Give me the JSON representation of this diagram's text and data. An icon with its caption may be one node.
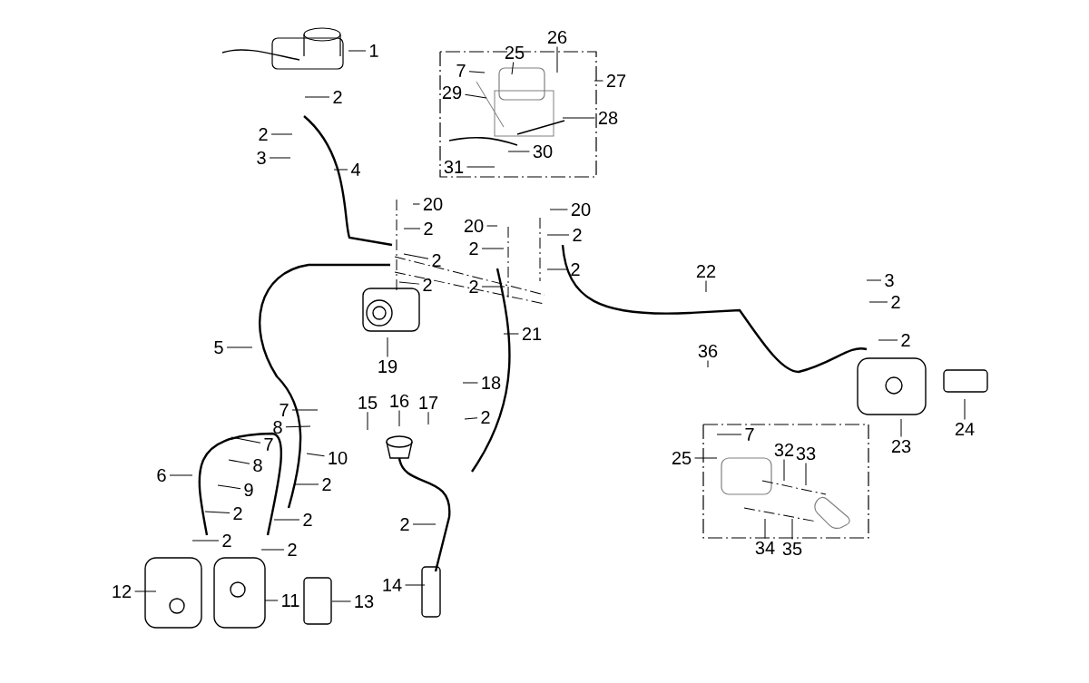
{
  "diagram": {
    "nodes": [
      {
        "text": [
          "1"
        ]
      },
      {
        "text": [
          "2"
        ]
      },
      {
        "text": [
          "2"
        ]
      },
      {
        "text": [
          "3"
        ]
      },
      {
        "text": [
          "4"
        ]
      },
      {
        "text": [
          "20"
        ]
      },
      {
        "text": [
          "2"
        ]
      },
      {
        "text": [
          "20"
        ]
      },
      {
        "text": [
          "20"
        ]
      },
      {
        "text": [
          "2"
        ]
      },
      {
        "text": [
          "2"
        ]
      },
      {
        "text": [
          "2"
        ]
      },
      {
        "text": [
          "2"
        ]
      },
      {
        "text": [
          "2"
        ]
      },
      {
        "text": [
          "2"
        ]
      },
      {
        "text": [
          "22"
        ]
      },
      {
        "text": [
          "3"
        ]
      },
      {
        "text": [
          "2"
        ]
      },
      {
        "text": [
          "2"
        ]
      },
      {
        "text": [
          "5"
        ]
      },
      {
        "text": [
          "19"
        ]
      },
      {
        "text": [
          "21"
        ]
      },
      {
        "text": [
          "36"
        ]
      },
      {
        "text": [
          "18"
        ]
      },
      {
        "text": [
          "15"
        ]
      },
      {
        "text": [
          "16"
        ]
      },
      {
        "text": [
          "17"
        ]
      },
      {
        "text": [
          "2"
        ]
      },
      {
        "text": [
          "7"
        ]
      },
      {
        "text": [
          "8"
        ]
      },
      {
        "text": [
          "7"
        ]
      },
      {
        "text": [
          "10"
        ]
      },
      {
        "text": [
          "8"
        ]
      },
      {
        "text": [
          "6"
        ]
      },
      {
        "text": [
          "9"
        ]
      },
      {
        "text": [
          "2"
        ]
      },
      {
        "text": [
          "2"
        ]
      },
      {
        "text": [
          "2"
        ]
      },
      {
        "text": [
          "2"
        ]
      },
      {
        "text": [
          "2"
        ]
      },
      {
        "text": [
          "12"
        ]
      },
      {
        "text": [
          "11"
        ]
      },
      {
        "text": [
          "13"
        ]
      },
      {
        "text": [
          "14"
        ]
      },
      {
        "text": [
          "2"
        ]
      },
      {
        "text": [
          "23"
        ]
      },
      {
        "text": [
          "24"
        ]
      },
      {
        "text": [
          "7"
        ]
      },
      {
        "text": [
          "25"
        ]
      },
      {
        "text": [
          "26"
        ]
      },
      {
        "text": [
          "27"
        ]
      },
      {
        "text": [
          "29"
        ]
      },
      {
        "text": [
          "28"
        ]
      },
      {
        "text": [
          "30"
        ]
      },
      {
        "text": [
          "31"
        ]
      },
      {
        "text": [
          "7"
        ]
      },
      {
        "text": [
          "25"
        ]
      },
      {
        "text": [
          "32"
        ]
      },
      {
        "text": [
          "33"
        ]
      },
      {
        "text": [
          "34"
        ]
      },
      {
        "text": [
          "35"
        ]
      }
    ],
    "edges": [
      {
        "from": 0,
        "to": null,
        "arrow": "none"
      },
      {
        "from": 1,
        "to": null,
        "arrow": "none"
      },
      {
        "from": 2,
        "to": null,
        "arrow": "none"
      },
      {
        "from": 3,
        "to": null,
        "arrow": "none"
      },
      {
        "from": 4,
        "to": null,
        "arrow": "none"
      },
      {
        "from": 5,
        "to": null,
        "arrow": "none"
      },
      {
        "from": 6,
        "to": null,
        "arrow": "none"
      },
      {
        "from": 7,
        "to": null,
        "arrow": "none"
      },
      {
        "from": 8,
        "to": null,
        "arrow": "none"
      },
      {
        "from": 9,
        "to": null,
        "arrow": "none"
      },
      {
        "from": 10,
        "to": null,
        "arrow": "none"
      },
      {
        "from": 11,
        "to": null,
        "arrow": "none"
      },
      {
        "from": 12,
        "to": null,
        "arrow": "none"
      },
      {
        "from": 13,
        "to": null,
        "arrow": "none"
      },
      {
        "from": 14,
        "to": null,
        "arrow": "none"
      },
      {
        "from": 15,
        "to": null,
        "arrow": "none"
      },
      {
        "from": 16,
        "to": null,
        "arrow": "none"
      },
      {
        "from": 17,
        "to": null,
        "arrow": "none"
      },
      {
        "from": 18,
        "to": null,
        "arrow": "none"
      },
      {
        "from": 19,
        "to": null,
        "arrow": "none"
      },
      {
        "from": 20,
        "to": null,
        "arrow": "none"
      },
      {
        "from": 21,
        "to": null,
        "arrow": "none"
      },
      {
        "from": 22,
        "to": null,
        "arrow": "none"
      },
      {
        "from": 23,
        "to": null,
        "arrow": "none"
      },
      {
        "from": 24,
        "to": null,
        "arrow": "none"
      },
      {
        "from": 25,
        "to": null,
        "arrow": "none"
      },
      {
        "from": 26,
        "to": null,
        "arrow": "none"
      },
      {
        "from": 27,
        "to": null,
        "arrow": "none"
      },
      {
        "from": 28,
        "to": null,
        "arrow": "none"
      },
      {
        "from": 29,
        "to": null,
        "arrow": "none"
      },
      {
        "from": 30,
        "to": null,
        "arrow": "none"
      },
      {
        "from": 31,
        "to": null,
        "arrow": "none"
      },
      {
        "from": 32,
        "to": null,
        "arrow": "none"
      },
      {
        "from": 33,
        "to": null,
        "arrow": "none"
      },
      {
        "from": 34,
        "to": null,
        "arrow": "none"
      },
      {
        "from": 35,
        "to": null,
        "arrow": "none"
      },
      {
        "from": 36,
        "to": null,
        "arrow": "none"
      },
      {
        "from": 37,
        "to": null,
        "arrow": "none"
      },
      {
        "from": 38,
        "to": null,
        "arrow": "none"
      },
      {
        "from": 39,
        "to": null,
        "arrow": "none"
      },
      {
        "from": 40,
        "to": null,
        "arrow": "none"
      },
      {
        "from": 41,
        "to": null,
        "arrow": "none"
      },
      {
        "from": 42,
        "to": null,
        "arrow": "none"
      },
      {
        "from": 43,
        "to": null,
        "arrow": "none"
      },
      {
        "from": 44,
        "to": null,
        "arrow": "none"
      },
      {
        "from": 45,
        "to": null,
        "arrow": "none"
      },
      {
        "from": 46,
        "to": null,
        "arrow": "none"
      },
      {
        "from": 47,
        "to": null,
        "arrow": "none"
      },
      {
        "from": 48,
        "to": null,
        "arrow": "none"
      },
      {
        "from": 49,
        "to": null,
        "arrow": "none"
      },
      {
        "from": 50,
        "to": null,
        "arrow": "none"
      },
      {
        "from": 51,
        "to": null,
        "arrow": "none"
      },
      {
        "from": 52,
        "to": null,
        "arrow": "none"
      },
      {
        "from": 53,
        "to": null,
        "arrow": "none"
      },
      {
        "from": 54,
        "to": null,
        "arrow": "none"
      },
      {
        "from": 55,
        "to": null,
        "arrow": "none"
      },
      {
        "from": 56,
        "to": null,
        "arrow": "none"
      },
      {
        "from": 57,
        "to": null,
        "arrow": "none"
      },
      {
        "from": 58,
        "to": null,
        "arrow": "none"
      },
      {
        "from": 59,
        "to": null,
        "arrow": "none"
      },
      {
        "from": 60,
        "to": null,
        "arrow": "none"
      }
    ]
  }
}
